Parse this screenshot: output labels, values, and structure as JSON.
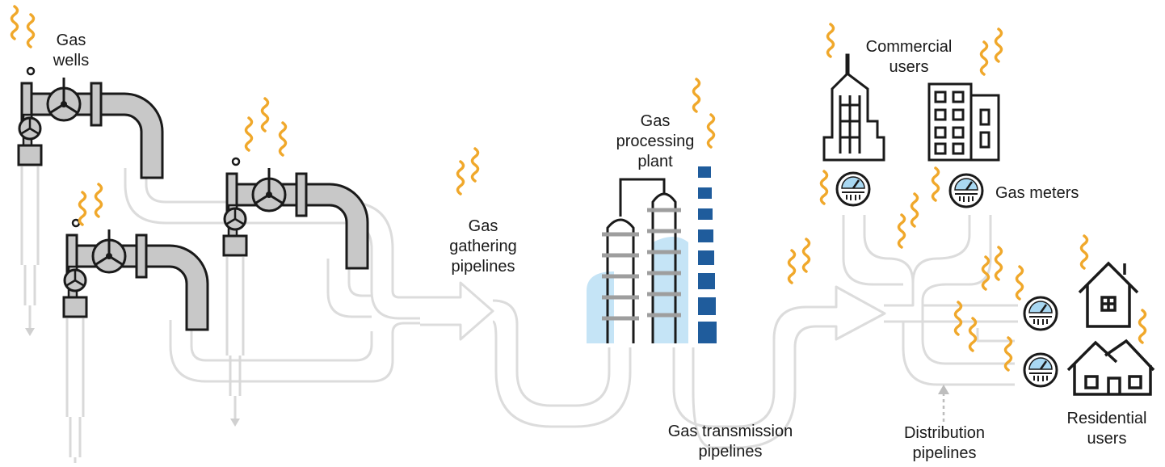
{
  "labels": {
    "gas_wells": "Gas\nwells",
    "gathering_pipelines": "Gas\ngathering\npipelines",
    "processing_plant": "Gas\nprocessing\nplant",
    "transmission_pipelines": "Gas transmission\npipelines",
    "commercial_users": "Commercial\nusers",
    "gas_meters": "Gas meters",
    "distribution_pipelines": "Distribution\npipelines",
    "residential_users": "Residential\nusers"
  },
  "colors": {
    "pipe": "#dcdcdc",
    "equipment": "#c8c8c8",
    "outline": "#1a1a1a",
    "methane": "#f0a82b",
    "tank_fill": "#c5e4f6",
    "stack": "#1f5c9c",
    "meter_face": "#a9d8f2"
  },
  "icons": [
    "methane-squiggle-icon",
    "valve-wheel-icon",
    "gas-meter-icon",
    "skyscraper-icon",
    "office-building-icon",
    "house-icon",
    "duplex-house-icon",
    "flow-arrow-icon",
    "smokestack-icon"
  ]
}
